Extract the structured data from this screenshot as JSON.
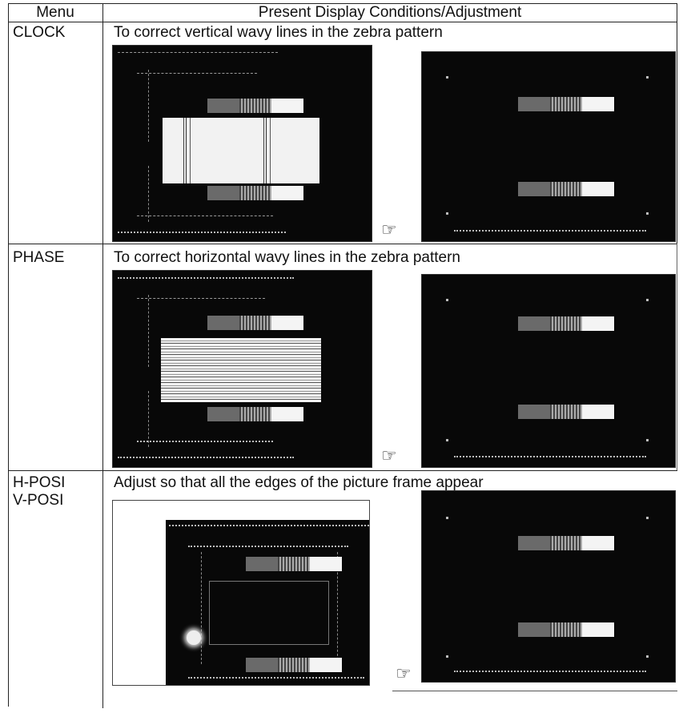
{
  "header": {
    "menu": "Menu",
    "conditions": "Present Display Conditions/Adjustment"
  },
  "rows": [
    {
      "menu": "CLOCK",
      "description": "To correct vertical wavy lines in the zebra pattern"
    },
    {
      "menu": "PHASE",
      "description": "To correct horizontal wavy lines in the zebra pattern"
    },
    {
      "menu": "H-POSI\nV-POSI",
      "description": "Adjust so that all the edges of the picture frame appear"
    }
  ],
  "icons": {
    "pointer": "pointing-hand-icon"
  },
  "colors": {
    "screen": "#080808",
    "rule": "#222222"
  }
}
